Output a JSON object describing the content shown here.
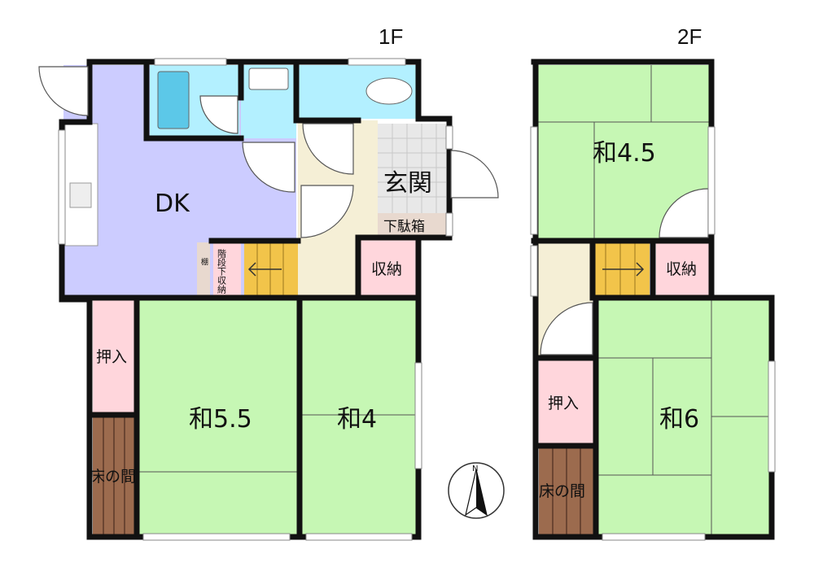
{
  "floor1": {
    "title": "1F",
    "rooms": {
      "dk": "DK",
      "genkan": "玄関",
      "getabako": "下駄箱",
      "shuno": "収納",
      "kaidan_shita": "階段下収納",
      "tana": "棚",
      "oshiire": "押入",
      "tokonoma": "床の間",
      "wa55": "和5.5",
      "wa4": "和4"
    }
  },
  "floor2": {
    "title": "2F",
    "rooms": {
      "wa45": "和4.5",
      "shuno": "収納",
      "oshiire": "押入",
      "tokonoma": "床の間",
      "wa6": "和6"
    }
  },
  "compass": {
    "north": "N"
  },
  "colors": {
    "tatami": "#c6f7b4",
    "dk": "#ccccff",
    "wet": "#b3f0ff",
    "storage": "#ffd6dc",
    "hall": "#f5efd6",
    "stair": "#f2c44a",
    "wood": "#9c6b4e",
    "wall": "#111111"
  }
}
